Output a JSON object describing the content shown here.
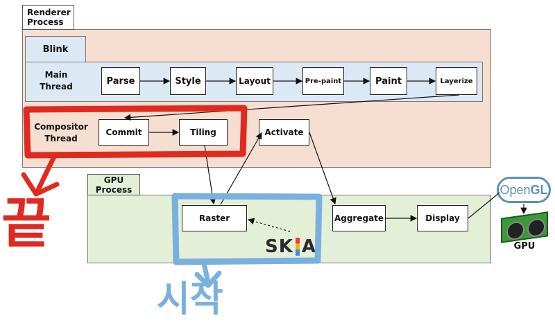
{
  "renderer": {
    "title_line1": "Renderer",
    "title_line2": "Process"
  },
  "blink": {
    "label": "Blink"
  },
  "main_thread": {
    "label_line1": "Main",
    "label_line2": "Thread",
    "steps": [
      "Parse",
      "Style",
      "Layout",
      "Pre-paint",
      "Paint",
      "Layerize"
    ]
  },
  "compositor_thread": {
    "label_line1": "Compositor",
    "label_line2": "Thread",
    "steps": [
      "Commit",
      "Tiling",
      "Activate"
    ]
  },
  "gpu_process": {
    "title_line1": "GPU",
    "title_line2": "Process",
    "steps": [
      "Raster",
      "Aggregate",
      "Display"
    ]
  },
  "skia": {
    "letters_a": "SK",
    "letters_b": "A"
  },
  "opengl": {
    "text_a": "Open",
    "text_b": "GL"
  },
  "gpu_hardware": {
    "label": "GPU"
  },
  "annotations": {
    "red_text": "끝",
    "blue_text": "시작"
  },
  "colors": {
    "renderer_bg": "#f6dfd0",
    "main_thread_bg": "#dce8f4",
    "gpu_bg": "#e4efd8",
    "red_mark": "#e02a20",
    "blue_mark": "#7ab0dd",
    "opengl_blue": "#5f8fb5"
  }
}
